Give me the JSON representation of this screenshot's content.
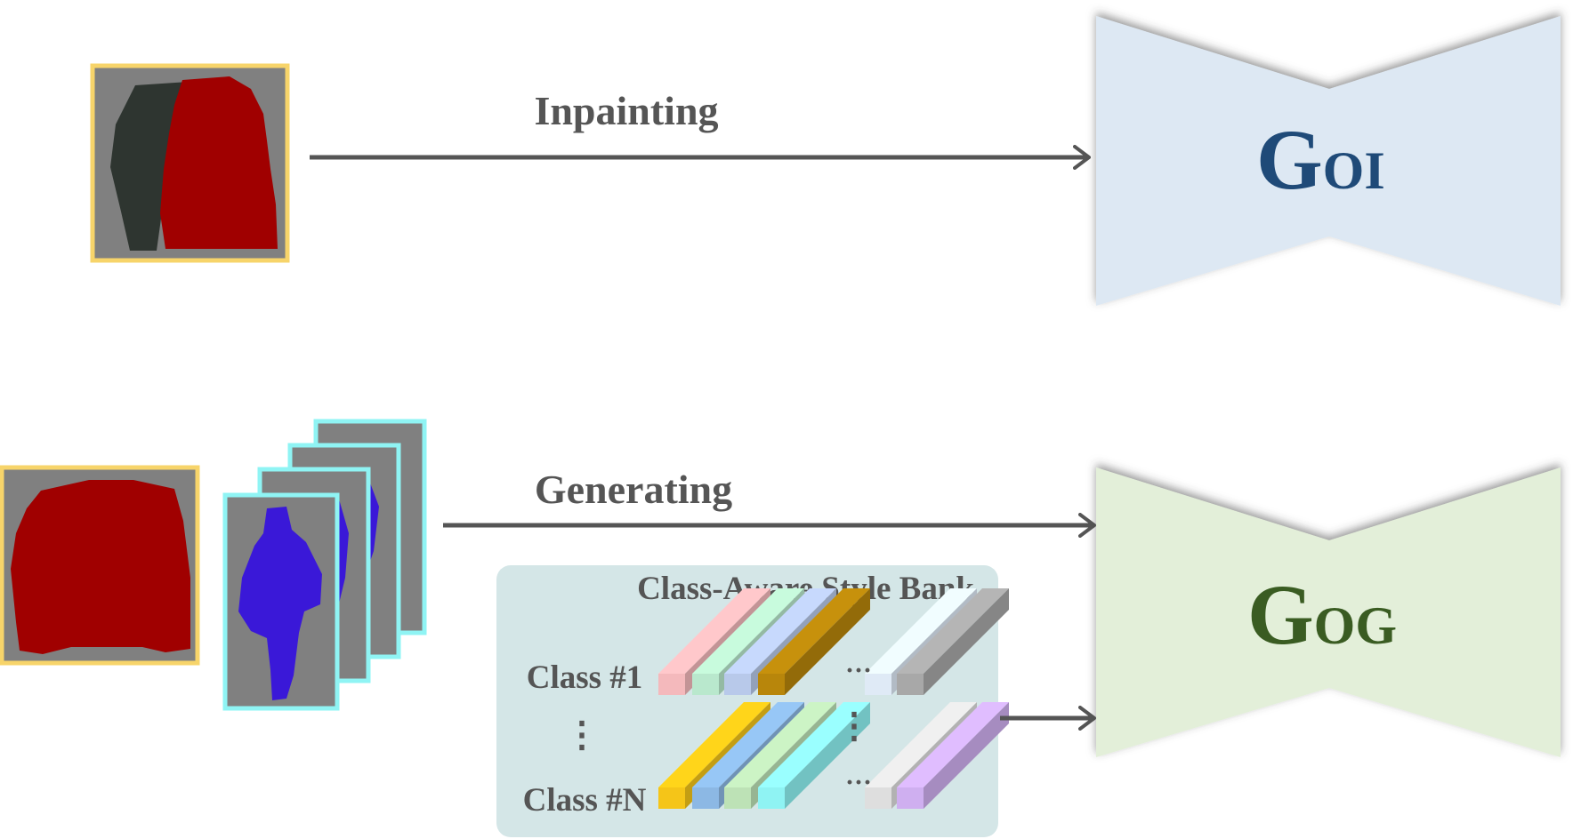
{
  "top_branch": {
    "label": "Inpainting",
    "generator": {
      "main": "G",
      "sub": "OI",
      "fill": "#dde8f3",
      "text_color": "#1f4a78"
    }
  },
  "bottom_branch": {
    "label": "Generating",
    "generator": {
      "main": "G",
      "sub": "OG",
      "fill": "#e3efd9",
      "text_color": "#3a5c22"
    }
  },
  "style_bank": {
    "title": "Class-Aware Style Bank",
    "fill": "#d4e6e7",
    "rows": [
      {
        "label": "Class #1",
        "colors": [
          "#f4b9bc",
          "#b9e8cd",
          "#b8c9ea",
          "#b8860b",
          "#dfeaf6",
          "#a8a8a8"
        ]
      },
      {
        "label": "Class #N",
        "colors": [
          "#f5c518",
          "#8cb8e4",
          "#bde2b6",
          "#8ff3f3",
          "#dedede",
          "#cfaff0"
        ]
      }
    ],
    "ellipsis": "···",
    "vdots": "⋮"
  },
  "colors": {
    "car_mask": "#a00000",
    "person_mask": "#3a18d8",
    "mask_bg": "#808080",
    "frame_object": "#f7d46a",
    "frame_person": "#8ff4f4",
    "arrow": "#555555"
  }
}
